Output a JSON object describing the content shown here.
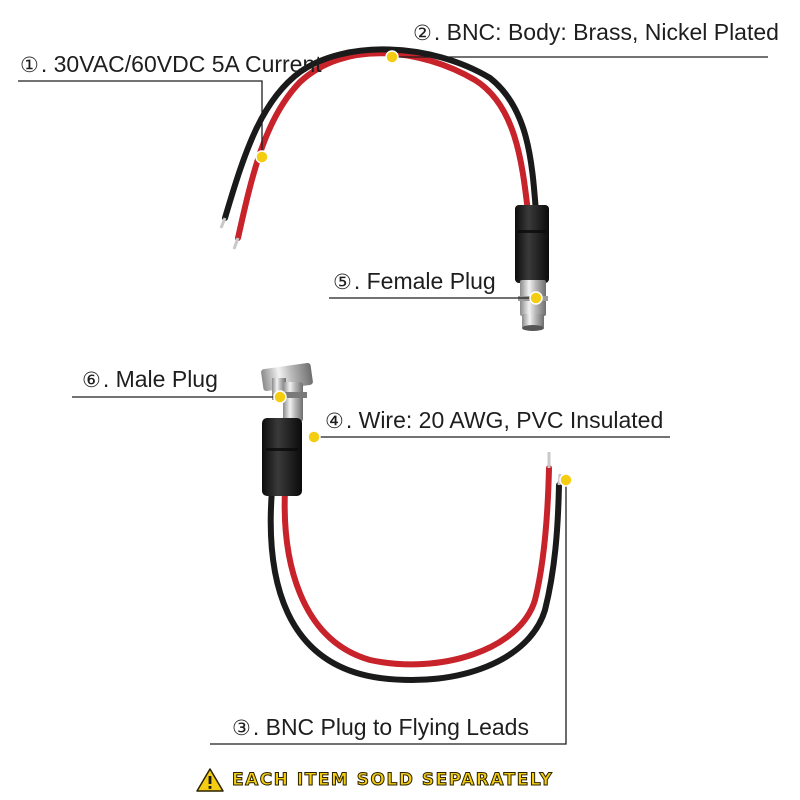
{
  "callouts": [
    {
      "num": "①",
      "text": ". 30VAC/60VDC  5A Current"
    },
    {
      "num": "②",
      "text": ". BNC: Body: Brass, Nickel Plated"
    },
    {
      "num": "③",
      "text": ". BNC Plug to Flying Leads"
    },
    {
      "num": "④",
      "text": ". Wire: 20 AWG, PVC Insulated"
    },
    {
      "num": "⑤",
      "text": ". Female Plug"
    },
    {
      "num": "⑥",
      "text": ". Male Plug"
    }
  ],
  "warning": {
    "text": "EACH ITEM SOLD SEPARATELY",
    "icon": "warning-triangle-icon"
  },
  "colors": {
    "wire_red": "#c8222a",
    "wire_black": "#1a1a1a",
    "marker_dot": "#f4cd13",
    "warning_text": "#f4cd13"
  }
}
